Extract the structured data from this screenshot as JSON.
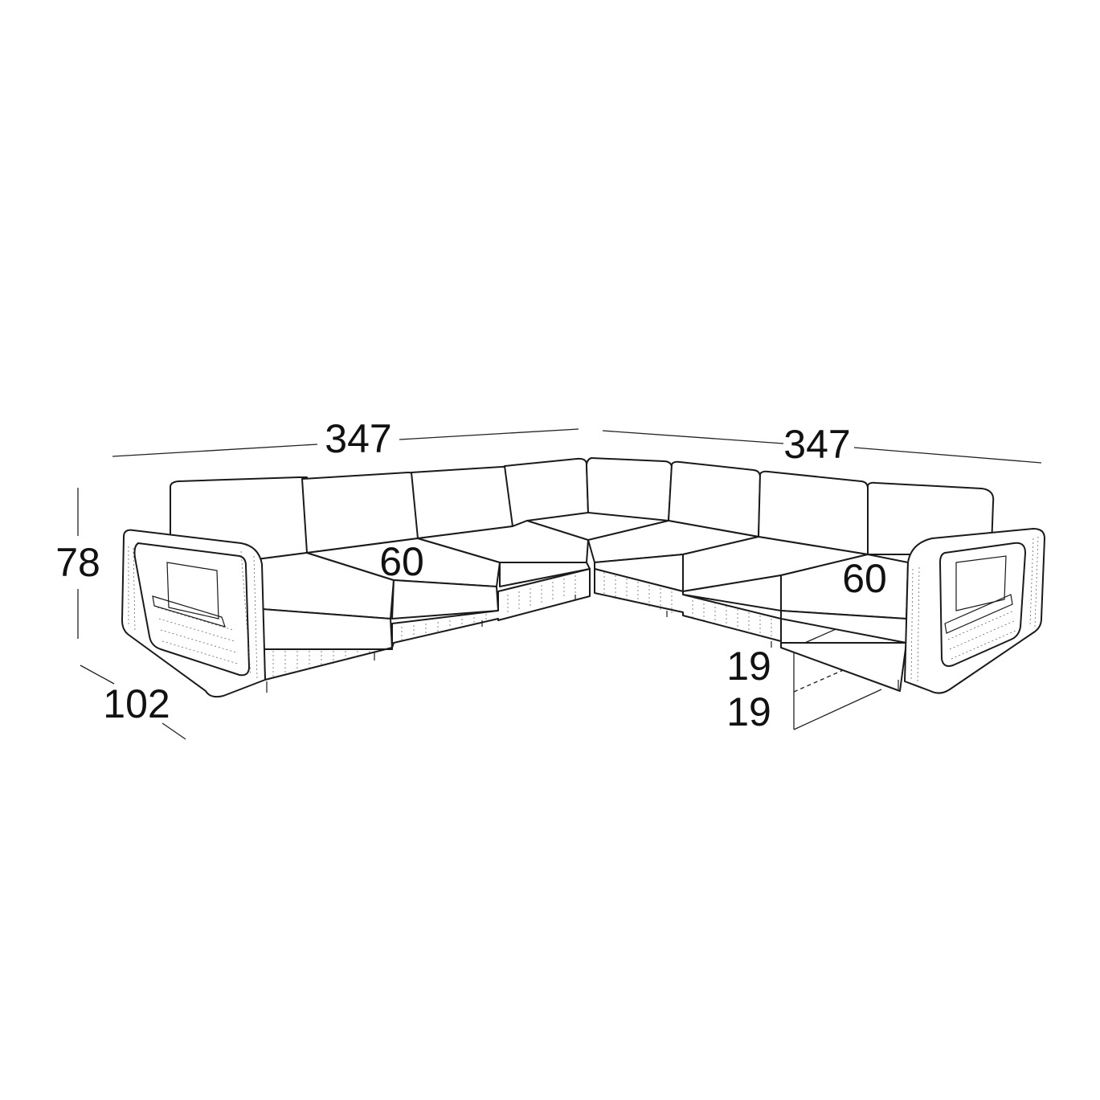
{
  "dimensions": {
    "width_left": "347",
    "width_right": "347",
    "height": "78",
    "depth": "102",
    "seat_depth_left": "60",
    "seat_depth_right": "60",
    "seat_height_upper": "19",
    "seat_height_lower": "19"
  }
}
